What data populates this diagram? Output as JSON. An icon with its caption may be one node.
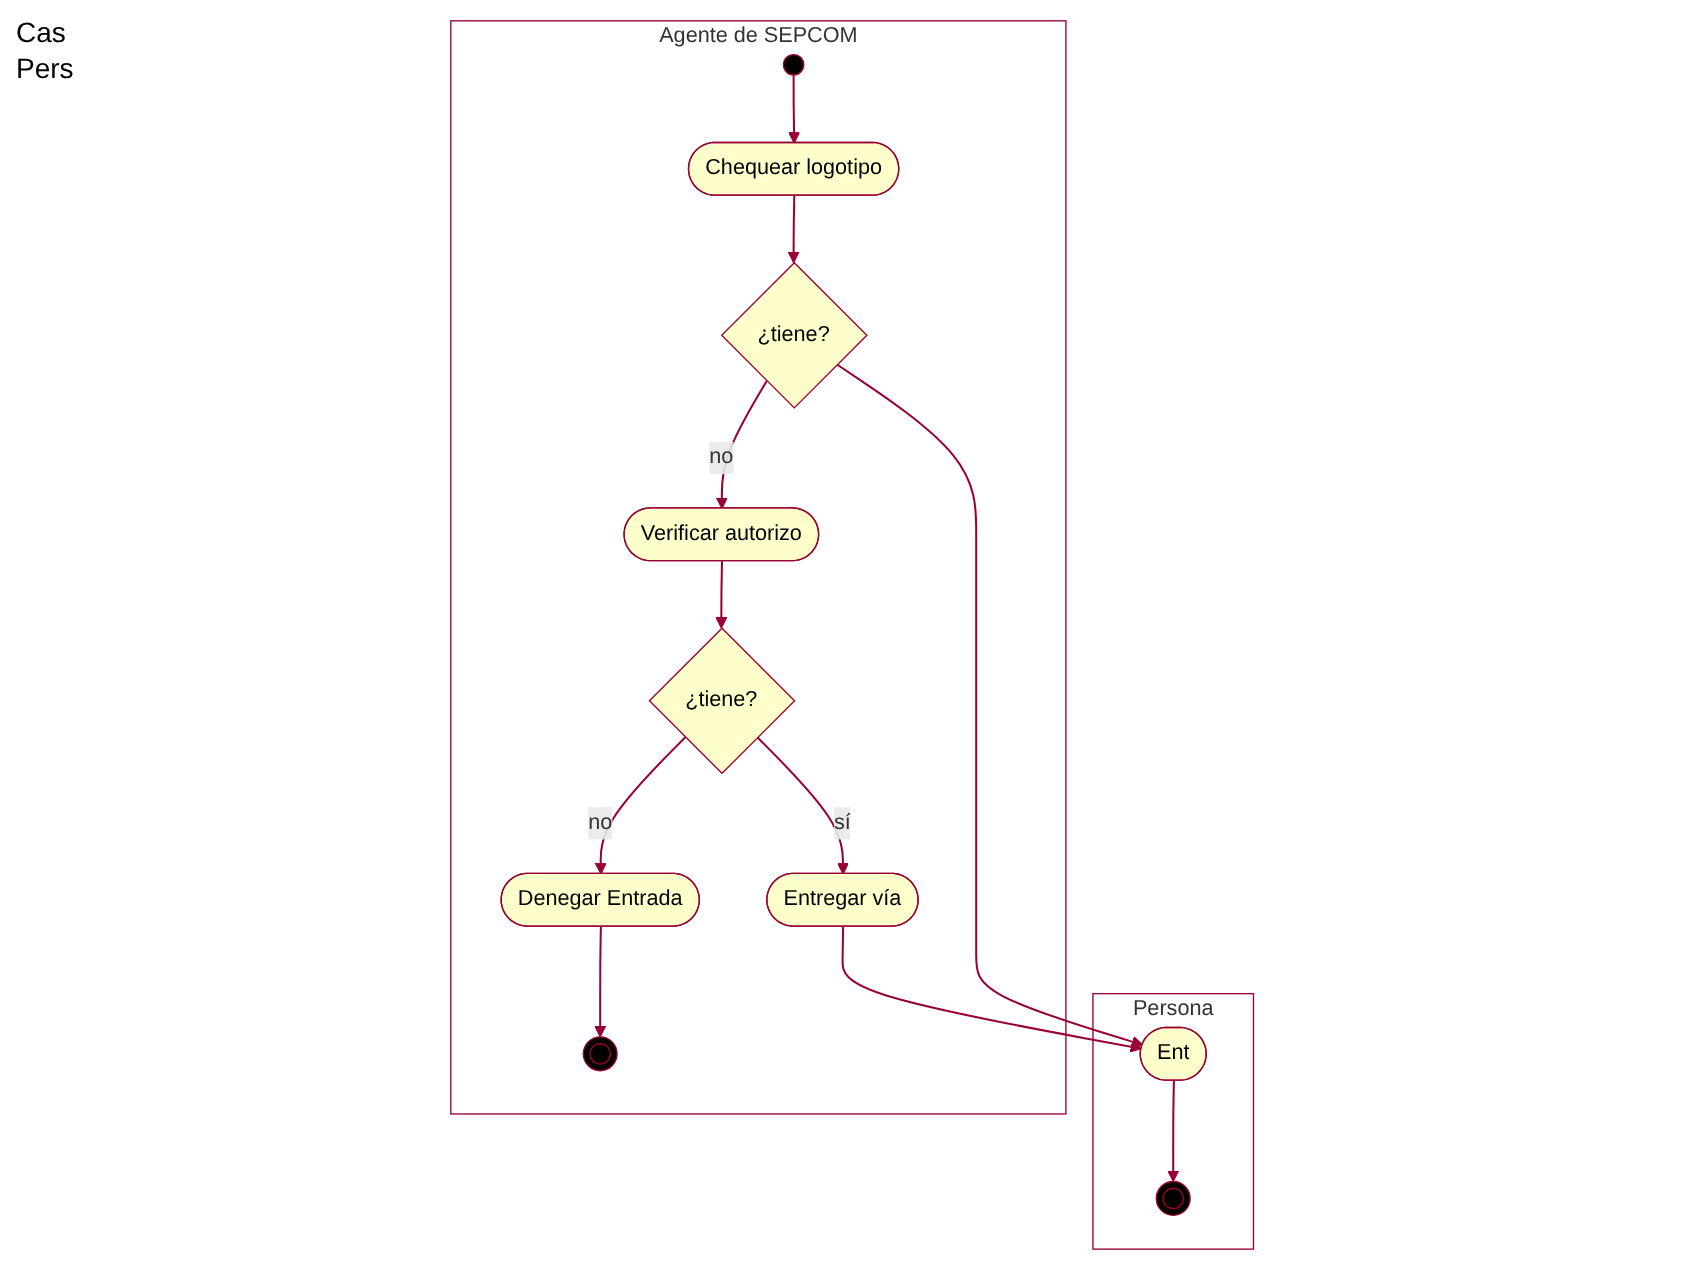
{
  "diagram": {
    "nodes": [
      {
        "text": [
          "Persona"
        ]
      },
      {
        "text": [
          "Agente de SEPCOM"
        ]
      },
      {
        "text": [],
        "shape": "circle",
        "in": 1
      },
      {
        "text": [
          "Chequear logotipo"
        ],
        "in": 1
      },
      {
        "text": [
          "¿tiene?"
        ],
        "in": 1
      },
      {
        "text": [
          "Verificar autorizo"
        ],
        "in": 1
      },
      {
        "text": [
          "¿tiene?"
        ],
        "in": 1
      },
      {
        "text": [
          "Denegar Entrada"
        ],
        "in": 1
      },
      {
        "text": [],
        "shape": "circle",
        "in": 1
      },
      {
        "text": [
          "Entregar vía"
        ],
        "in": 1
      },
      {
        "text": [
          "Ent"
        ],
        "in": 0
      },
      {
        "text": [],
        "shape": "circle",
        "in": 0
      }
    ],
    "edges": [
      {
        "from": 2,
        "to": 3,
        "arrow": "to"
      },
      {
        "from": 3,
        "to": 4,
        "arrow": "to"
      },
      {
        "from": 4,
        "to": 5,
        "arrow": "to",
        "label": "no"
      },
      {
        "from": 4,
        "to": 10,
        "arrow": "to"
      },
      {
        "from": 5,
        "to": 6,
        "arrow": "to"
      },
      {
        "from": 6,
        "to": 9,
        "arrow": "to",
        "label": "sí"
      },
      {
        "from": 6,
        "to": 7,
        "arrow": "to",
        "label": "no"
      },
      {
        "from": 7,
        "to": 8,
        "arrow": "to"
      },
      {
        "from": 9,
        "to": 10,
        "arrow": "to"
      },
      {
        "from": 10,
        "to": 11,
        "arrow": "to"
      }
    ],
    "labels": [
      "Cas",
      "Pers"
    ]
  }
}
